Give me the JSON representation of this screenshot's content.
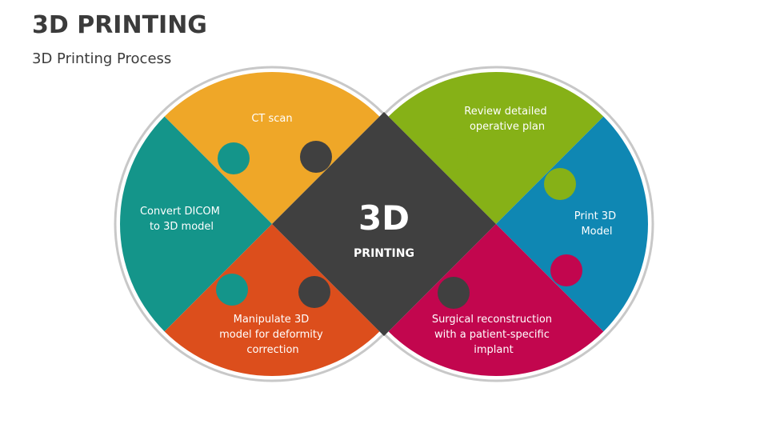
{
  "header": {
    "title": "3D PRINTING",
    "subtitle": "3D Printing Process"
  },
  "center": {
    "big": "3D",
    "small": "PRINTING",
    "color": "#404040"
  },
  "pieces": [
    {
      "id": "ct-scan",
      "color": "#EFA728",
      "lines": [
        "CT scan"
      ]
    },
    {
      "id": "convert-dicom",
      "color": "#14958A",
      "lines": [
        "Convert DICOM",
        "to 3D model"
      ]
    },
    {
      "id": "manipulate",
      "color": "#DC4E1C",
      "lines": [
        "Manipulate 3D",
        "model for deformity",
        "correction"
      ]
    },
    {
      "id": "review-plan",
      "color": "#86B117",
      "lines": [
        "Review detailed",
        "operative plan"
      ]
    },
    {
      "id": "print-model",
      "color": "#0F87B3",
      "lines": [
        "Print 3D",
        "Model"
      ]
    },
    {
      "id": "surgical-reconstruction",
      "color": "#C2064E",
      "lines": [
        "Surgical reconstruction",
        "with a patient-specific",
        "implant"
      ]
    }
  ]
}
